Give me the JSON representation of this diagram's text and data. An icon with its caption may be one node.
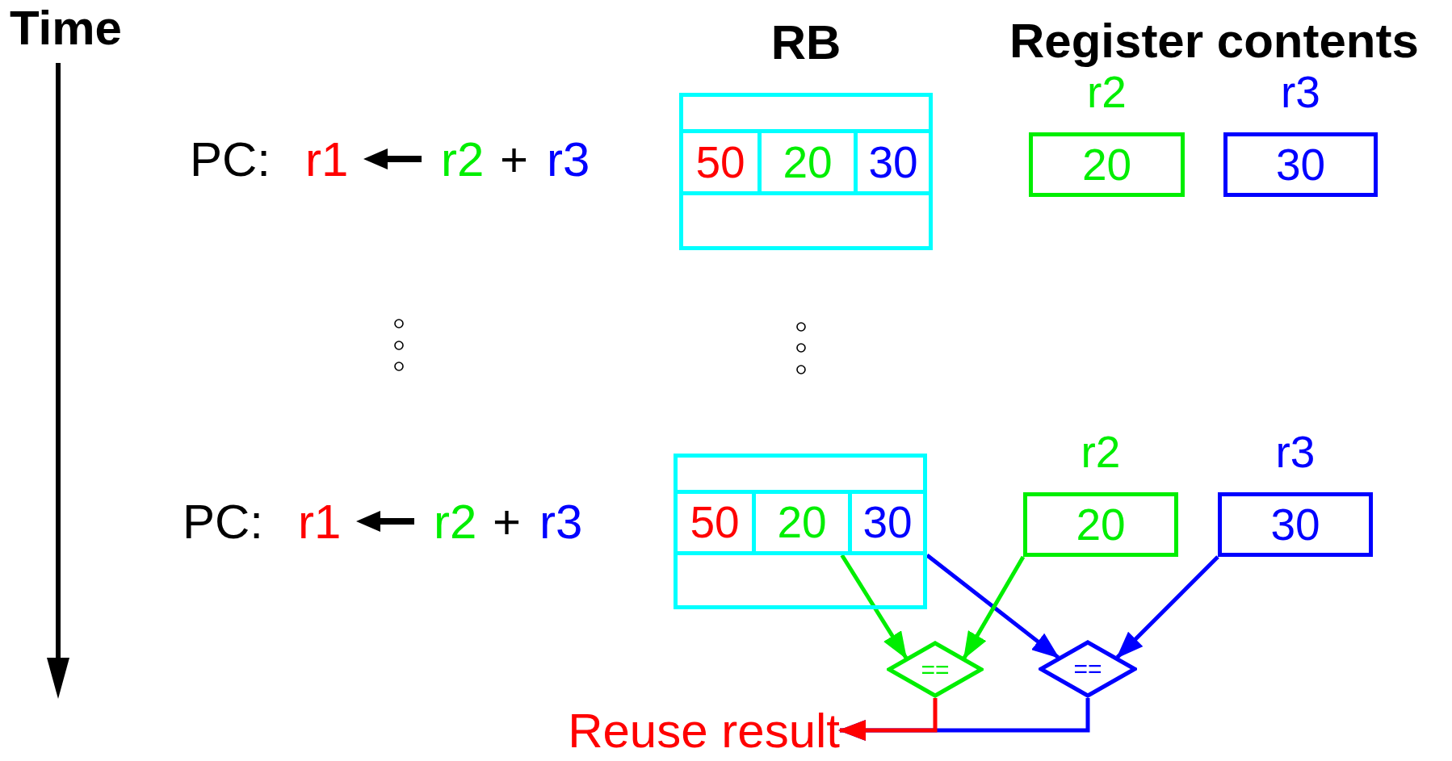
{
  "diagram": {
    "nodes": [
      {
        "text": [
          "RB"
        ]
      },
      {
        "text": [
          "50"
        ],
        "in": 0
      },
      {
        "text": [
          "20"
        ],
        "in": 0
      },
      {
        "text": [
          "30"
        ],
        "in": 0
      },
      {
        "text": [
          "r2",
          "20"
        ]
      },
      {
        "text": [
          "r3",
          "30"
        ]
      },
      {
        "text": [],
        "shape": "box"
      },
      {
        "text": [
          "50"
        ],
        "in": 6
      },
      {
        "text": [
          "20"
        ],
        "in": 6
      },
      {
        "text": [
          "30"
        ],
        "in": 6
      },
      {
        "text": [
          "r2",
          "20"
        ]
      },
      {
        "text": [
          "r3",
          "30"
        ]
      },
      {
        "text": [
          "=="
        ]
      },
      {
        "text": [
          "=="
        ]
      },
      {
        "text": [
          "Reuse result"
        ]
      }
    ],
    "edges": [
      {
        "from": 8,
        "to": 12,
        "arrow": "to",
        "color": "#00ee00"
      },
      {
        "from": 10,
        "to": 12,
        "arrow": "to",
        "color": "#00ee00"
      },
      {
        "from": 9,
        "to": 13,
        "arrow": "to",
        "color": "#0000ff"
      },
      {
        "from": 11,
        "to": 13,
        "arrow": "to",
        "color": "#0000ff"
      },
      {
        "from": 12,
        "to": 14,
        "arrow": "to",
        "color": "#ff0000"
      },
      {
        "from": 13,
        "to": 14,
        "arrow": "to",
        "color": "#0000ff"
      }
    ],
    "labels": [
      "Time",
      "Register contents",
      "PC:",
      "r1",
      "r2",
      "+",
      "r3",
      "PC:",
      "r1",
      "r2",
      "+",
      "r3"
    ]
  }
}
